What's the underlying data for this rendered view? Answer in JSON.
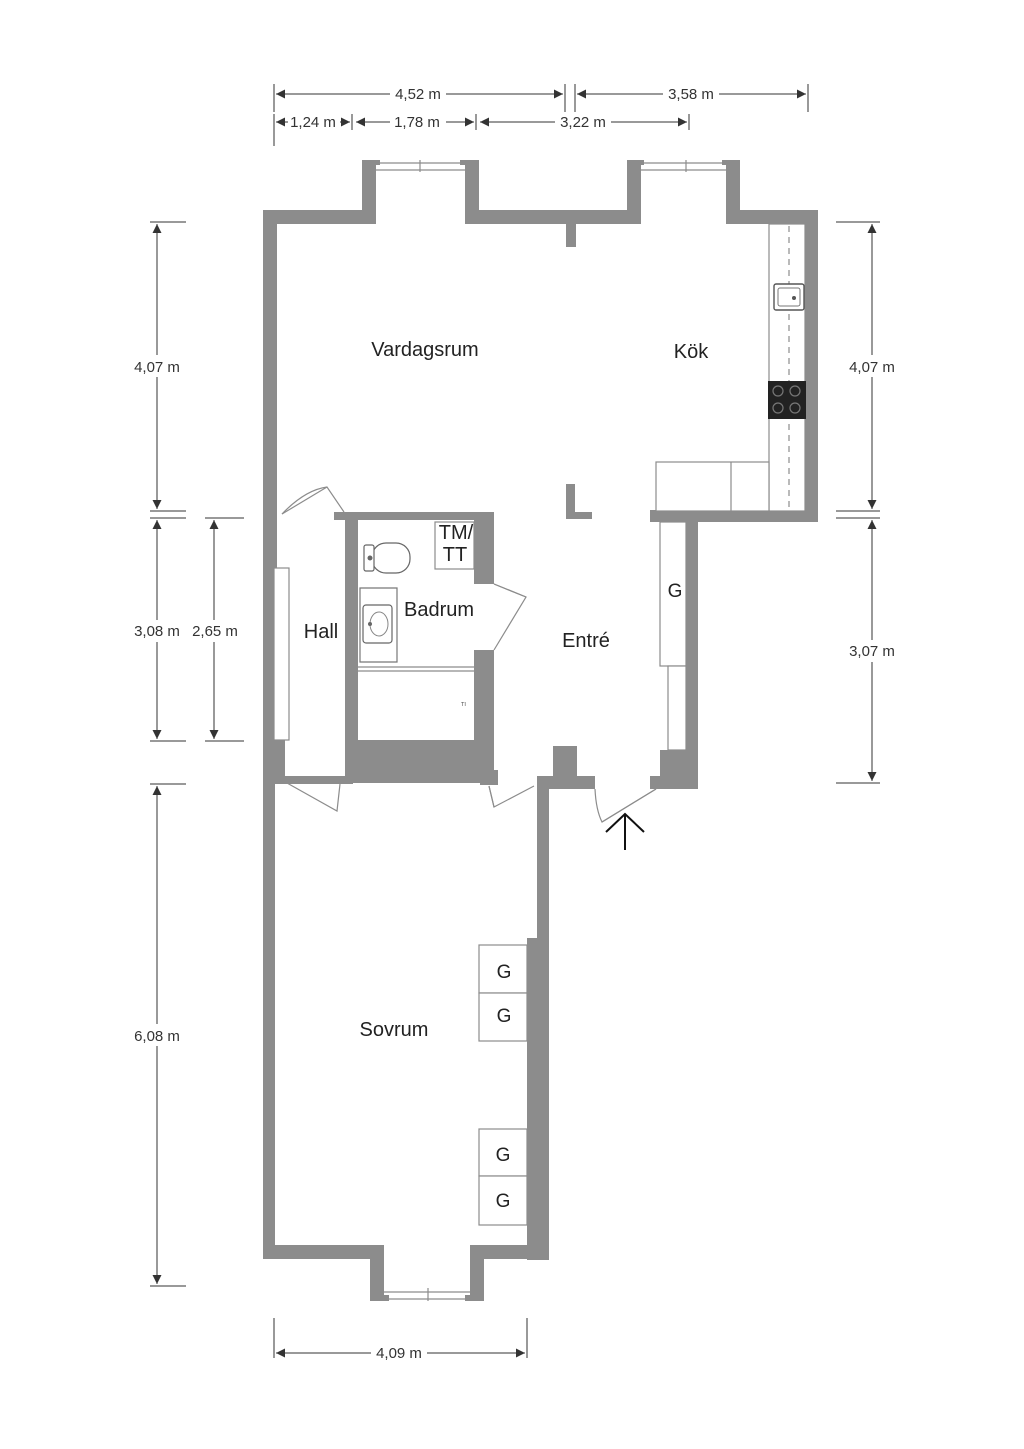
{
  "rooms": {
    "vardagsrum": "Vardagsrum",
    "kok": "Kök",
    "hall": "Hall",
    "badrum": "Badrum",
    "tm": "TM/",
    "tt": "TT",
    "entre": "Entré",
    "sovrum": "Sovrum"
  },
  "wardrobes": {
    "entre": "G",
    "sovrum_1": "G",
    "sovrum_2": "G",
    "sovrum_3": "G",
    "sovrum_4": "G"
  },
  "dimensions": {
    "top_left_total": "4,52 m",
    "top_right_total": "3,58 m",
    "top_seg_1": "1,24 m",
    "top_seg_2": "1,78 m",
    "top_seg_3": "3,22 m",
    "left_upper": "4,07 m",
    "right_upper": "4,07 m",
    "left_middle": "3,08 m",
    "left_middle_inner": "2,65 m",
    "right_middle": "3,07 m",
    "left_lower": "6,08 m",
    "bottom": "4,09 m"
  },
  "colors": {
    "wall": "#8c8c8c",
    "dimension_line": "#333333"
  },
  "icons": [
    "sink-icon",
    "stove-icon",
    "toilet-icon",
    "washbasin-icon",
    "entrance-arrow-icon"
  ]
}
